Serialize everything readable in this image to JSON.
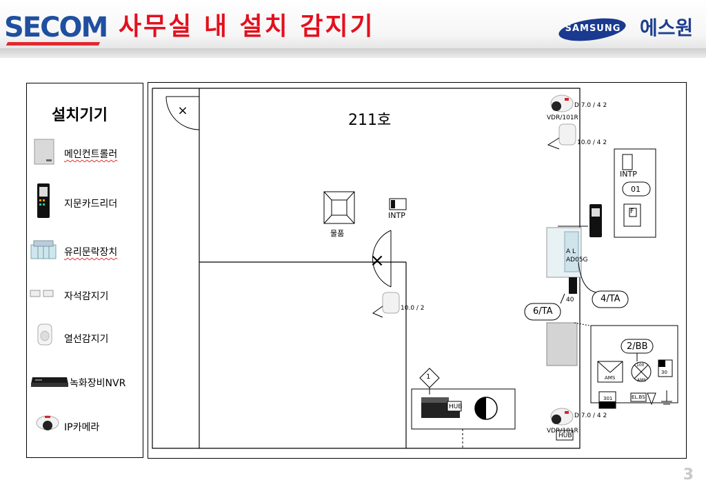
{
  "header": {
    "logo": "SECOM",
    "title": "사무실 내 설치 감지기",
    "partner_logo": "SAMSUNG",
    "partner_name": "에스원"
  },
  "legend": {
    "title": "설치기기",
    "items": [
      {
        "label": "메인컨트롤러",
        "icon": "main-controller-icon"
      },
      {
        "label": "지문카드리더",
        "icon": "fingerprint-reader-icon"
      },
      {
        "label": "유리문락장치",
        "icon": "glass-door-lock-icon"
      },
      {
        "label": "자석감지기",
        "icon": "magnetic-sensor-icon"
      },
      {
        "label": "열선감지기",
        "icon": "pir-sensor-icon"
      },
      {
        "label": "녹화장비NVR",
        "icon": "nvr-icon"
      },
      {
        "label": "IP카메라",
        "icon": "ip-camera-icon"
      }
    ]
  },
  "plan": {
    "room": "211호",
    "storage": "물품",
    "intp_center": "INTP",
    "intp_right": "INTP",
    "zone_01": "01",
    "panel_f": "F",
    "vdr_top": "VDR/101R",
    "vdr_bottom": "VDR/101R",
    "hub_bottom": "HUB",
    "hub_nvr": "HUB",
    "cam_code_top": "D 7.0 / 4 2",
    "pir_code_top": "10.0 / 4 2",
    "pir_code_center": "10.0 / 2",
    "cam_code_bottom": "D 7.0 / 4 2",
    "ta_4": "4/TA",
    "ta_6": "6/TA",
    "door_40": "40",
    "bb": "2/BB",
    "diamond": "1",
    "ams": "AMS",
    "ams_small": "AMS",
    "code_100": "100",
    "code_30": "30",
    "code_301": "301",
    "elbs": "EL.BS",
    "lock_label": "A L",
    "lock_code": "AD05G"
  },
  "page_number": "3"
}
